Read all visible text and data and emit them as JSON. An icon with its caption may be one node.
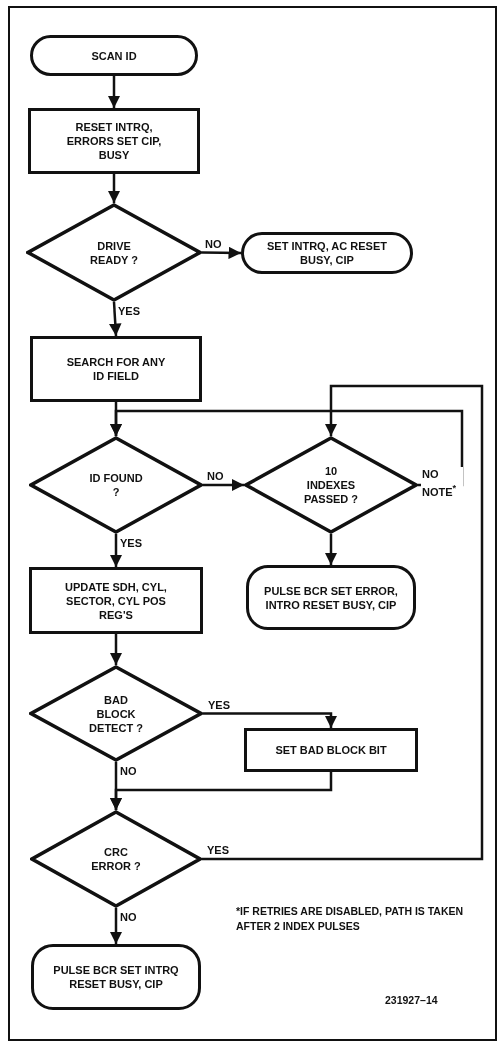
{
  "diagram": {
    "nodes": [
      {
        "text": [
          "SCAN ID"
        ]
      },
      {
        "text": [
          "RESET INTRQ, ERRORS SET CIP, BUSY"
        ]
      },
      {
        "text": [
          "DRIVE READY ?"
        ]
      },
      {
        "text": [
          "SET INTRQ, AC RESET BUSY, CIP"
        ]
      },
      {
        "text": [
          "SEARCH FOR ANY ID FIELD"
        ]
      },
      {
        "text": [
          "ID FOUND ?"
        ]
      },
      {
        "text": [
          "10 INDEXES PASSED ?"
        ]
      },
      {
        "text": [
          "PULSE BCR SET ERROR, INTRO RESET BUSY, CIP"
        ]
      },
      {
        "text": [
          "UPDATE SDH, CYL, SECTOR, CYL POS REG'S"
        ]
      },
      {
        "text": [
          "BAD BLOCK DETECT ?"
        ]
      },
      {
        "text": [
          "SET BAD BLOCK BIT"
        ]
      },
      {
        "text": [
          "CRC ERROR ?"
        ]
      },
      {
        "text": [
          "PULSE BCR SET INTRQ RESET BUSY, CIP"
        ]
      }
    ],
    "edges": [
      {
        "from": 0,
        "to": 1,
        "arrow": "to"
      },
      {
        "from": 1,
        "to": 2,
        "arrow": "to"
      },
      {
        "from": 2,
        "to": 3,
        "arrow": "to",
        "label": "NO"
      },
      {
        "from": 2,
        "to": 4,
        "arrow": "to",
        "label": "YES"
      },
      {
        "from": 4,
        "to": 5,
        "arrow": "to"
      },
      {
        "from": 5,
        "to": 6,
        "arrow": "to",
        "label": "NO"
      },
      {
        "from": 6,
        "to": 5,
        "arrow": "to",
        "label": "NO NOTE$^{*}$"
      },
      {
        "from": 5,
        "to": 8,
        "arrow": "to",
        "label": "YES"
      },
      {
        "from": 6,
        "to": 7,
        "arrow": "to"
      },
      {
        "from": 8,
        "to": 9,
        "arrow": "to"
      },
      {
        "from": 9,
        "to": 10,
        "arrow": "to",
        "label": "YES"
      },
      {
        "from": 9,
        "to": 11,
        "arrow": "to",
        "label": "NO"
      },
      {
        "from": 10,
        "to": 11,
        "arrow": "to"
      },
      {
        "from": 11,
        "to": 6,
        "arrow": "to",
        "label": "YES"
      },
      {
        "from": 11,
        "to": 12,
        "arrow": "to",
        "label": "NO"
      }
    ],
    "labels": [
      "*IF RETRIES ARE DISABLED, PATH IS TAKEN AFTER 2 INDEX PULSES",
      "231927–14"
    ]
  }
}
